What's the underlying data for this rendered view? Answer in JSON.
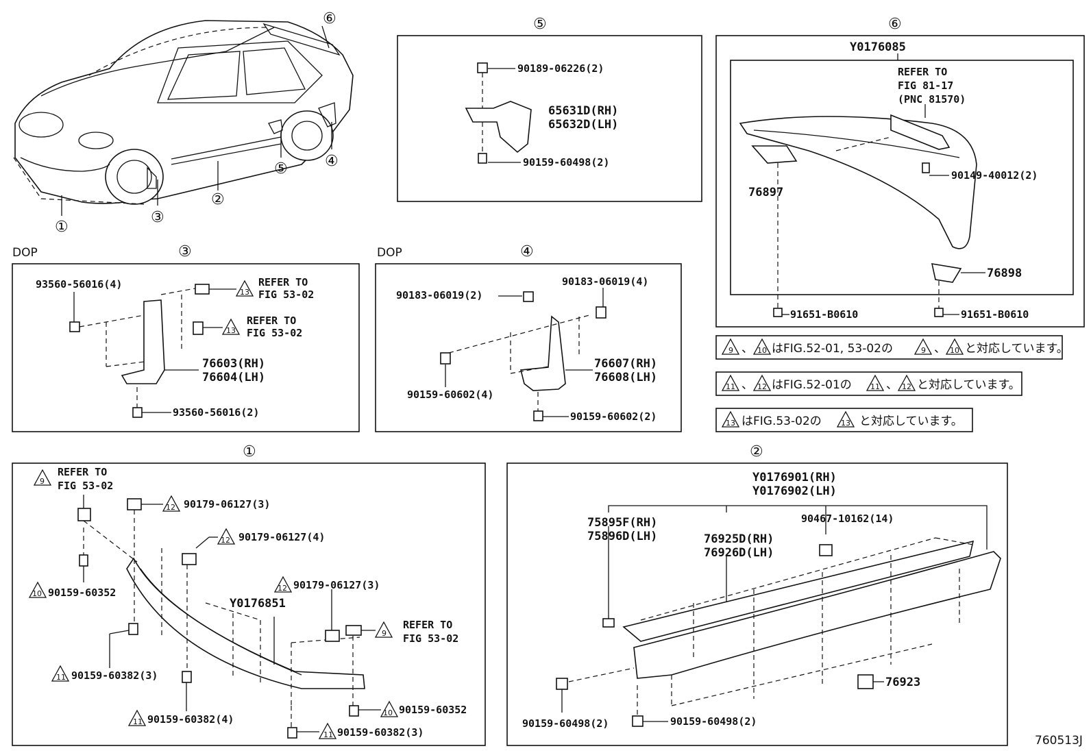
{
  "drawing_number": "760513J",
  "overview": {
    "callouts": [
      "①",
      "②",
      "③",
      "④",
      "⑤",
      "⑥"
    ]
  },
  "panel5": {
    "number": "⑤",
    "parts": [
      "90189-06226(2)",
      "65631D(RH)",
      "65632D(LH)",
      "90159-60498(2)"
    ]
  },
  "panel6": {
    "number": "⑥",
    "assembly": "Y0176085",
    "refer": [
      "REFER TO",
      "FIG 81-17",
      "(PNC 81570)"
    ],
    "parts": [
      "76897",
      "90149-40012(2)",
      "76898",
      "91651-B0610",
      "91651-B0610"
    ]
  },
  "panel3": {
    "tag": "DOP",
    "number": "③",
    "parts": [
      "93560-56016(4)",
      "76603(RH)",
      "76604(LH)",
      "93560-56016(2)"
    ],
    "refer_a": [
      "REFER TO",
      "FIG 53-02"
    ],
    "refer_b": [
      "REFER TO",
      "FIG 53-02"
    ],
    "tri": "13"
  },
  "panel4": {
    "tag": "DOP",
    "number": "④",
    "parts": [
      "90183-06019(2)",
      "90183-06019(4)",
      "76607(RH)",
      "76608(LH)",
      "90159-60602(4)",
      "90159-60602(2)"
    ]
  },
  "notes": [
    {
      "pre": [
        "9",
        "10"
      ],
      "text1": "はFIG.52-01, 53-02の",
      "post": [
        "9",
        "10"
      ],
      "text2": "と対応しています。"
    },
    {
      "pre": [
        "11",
        "12"
      ],
      "text1": "はFIG.52-01の",
      "post": [
        "11",
        "12"
      ],
      "text2": "と対応しています。"
    },
    {
      "pre": [
        "13"
      ],
      "text1": "はFIG.53-02の",
      "post": [
        "13"
      ],
      "text2": "と対応しています。"
    }
  ],
  "note_sep": "、",
  "panel1": {
    "number": "①",
    "assembly": "Y0176851",
    "refer_a": [
      "REFER TO",
      "FIG 53-02"
    ],
    "refer_b": [
      "REFER TO",
      "FIG 53-02"
    ],
    "parts": [
      {
        "tri": "12",
        "label": "90179-06127(3)"
      },
      {
        "tri": "12",
        "label": "90179-06127(4)"
      },
      {
        "tri": "10",
        "label": "90159-60352"
      },
      {
        "tri": "12",
        "label": "90179-06127(3)"
      },
      {
        "tri": "11",
        "label": "90159-60382(3)"
      },
      {
        "tri": "11",
        "label": "90159-60382(4)"
      },
      {
        "tri": "10",
        "label": "90159-60352"
      },
      {
        "tri": "11",
        "label": "90159-60382(3)"
      }
    ],
    "tri9": "9"
  },
  "panel2": {
    "number": "②",
    "assembly": [
      "Y0176901(RH)",
      "Y0176902(LH)"
    ],
    "parts": [
      "75895F(RH)",
      "75896D(LH)",
      "76925D(RH)",
      "76926D(LH)",
      "90467-10162(14)",
      "76923",
      "90159-60498(2)",
      "90159-60498(2)"
    ]
  }
}
